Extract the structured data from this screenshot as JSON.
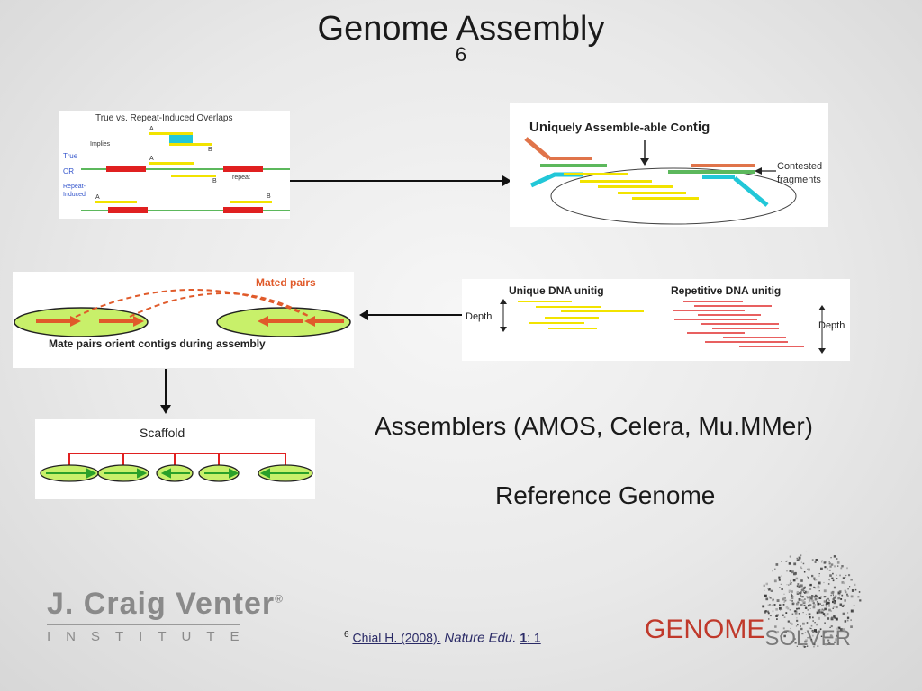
{
  "title": "Genome Assembly",
  "title_superscript": "6",
  "panel_overlaps": {
    "heading": "True vs. Repeat-Induced Overlaps",
    "label_a1": "A",
    "label_implies": "Implies",
    "label_b1": "B",
    "label_true": "True",
    "label_a2": "A",
    "label_or": "OR",
    "label_repeat_induced": "Repeat-\nInduced",
    "label_repeat": "repeat",
    "label_b2": "B",
    "label_a3": "A",
    "label_b3": "B"
  },
  "panel_contig": {
    "heading_bold": "Uni",
    "heading_mid": "quely Assemble-able Con",
    "heading_end": "tig",
    "contested_line1": "Contested",
    "contested_line2": "fragments"
  },
  "panel_mated": {
    "heading": "Mated pairs",
    "caption": "Mate pairs orient contigs during assembly"
  },
  "panel_unitig": {
    "unique_heading": "Unique DNA unitig",
    "repetitive_heading": "Repetitive DNA unitig",
    "depth_left": "Depth",
    "depth_right": "Depth"
  },
  "panel_scaffold": {
    "heading": "Scaffold"
  },
  "assemblers_text": "Assemblers (AMOS, Celera, Mu.MMer)",
  "reference_text": "Reference Genome",
  "citation": {
    "sup": "6",
    "author": "Chial H. (2008).",
    "journal": "Nature Edu.",
    "volume": "1",
    "issue": ": 1"
  },
  "logo_jcvi": {
    "name": "J. Craig Venter",
    "mark": "®",
    "institute": "INSTITUTE"
  },
  "logo_genome_solver": {
    "part1": "GENOME",
    "part2": "SOLVER"
  },
  "colors": {
    "green": "#5cb85c",
    "red": "#e02020",
    "yellow": "#f2e300",
    "cyan": "#22c7d8",
    "orange_salmon": "#e0744a",
    "pale_green_ellipse": "#c8f06a",
    "mated_red": "#e05a2a",
    "gs_red": "#c0392b",
    "gs_gray": "#7a7a7a"
  }
}
